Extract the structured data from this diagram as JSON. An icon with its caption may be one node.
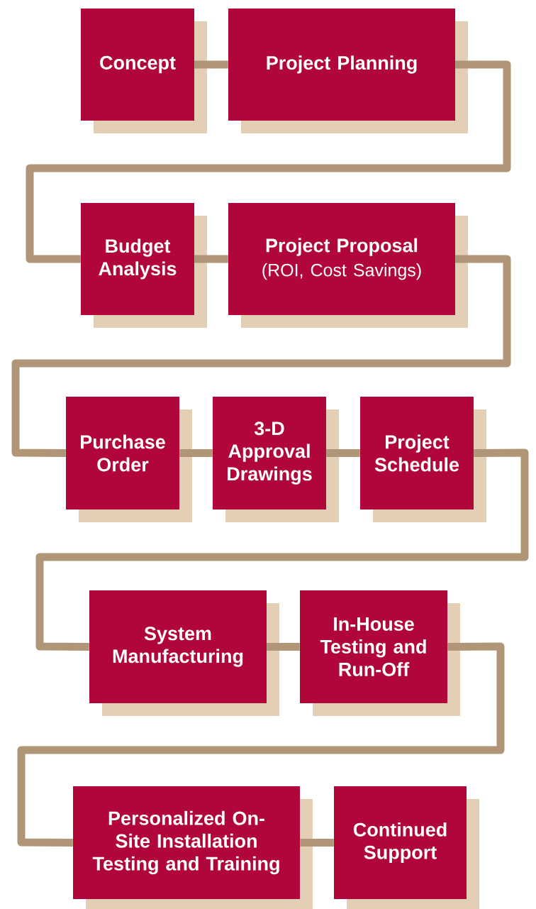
{
  "diagram": {
    "nodes": [
      {
        "text": [
          "Concept"
        ]
      },
      {
        "text": [
          "Project Planning"
        ]
      },
      {
        "text": [
          "Budget Analysis"
        ]
      },
      {
        "text": [
          "Project Proposal",
          "(ROI, Cost Savings)"
        ]
      },
      {
        "text": [
          "Purchase Order"
        ]
      },
      {
        "text": [
          "3-D Approval Drawings"
        ]
      },
      {
        "text": [
          "Project Schedule"
        ]
      },
      {
        "text": [
          "System Manufacturing"
        ]
      },
      {
        "text": [
          "In-House Testing and Run-Off"
        ]
      },
      {
        "text": [
          "Personalized On-Site Installation Testing and Training"
        ]
      },
      {
        "text": [
          "Continued Support"
        ]
      }
    ],
    "edges": [
      {
        "from": 0,
        "to": 1,
        "arrow": "none"
      },
      {
        "from": 1,
        "to": 2,
        "arrow": "none"
      },
      {
        "from": 2,
        "to": 3,
        "arrow": "none"
      },
      {
        "from": 3,
        "to": 4,
        "arrow": "none"
      },
      {
        "from": 4,
        "to": 5,
        "arrow": "none"
      },
      {
        "from": 5,
        "to": 6,
        "arrow": "none"
      },
      {
        "from": 6,
        "to": 7,
        "arrow": "none"
      },
      {
        "from": 7,
        "to": 8,
        "arrow": "none"
      },
      {
        "from": 8,
        "to": 9,
        "arrow": "none"
      },
      {
        "from": 9,
        "to": 10,
        "arrow": "none"
      }
    ]
  }
}
